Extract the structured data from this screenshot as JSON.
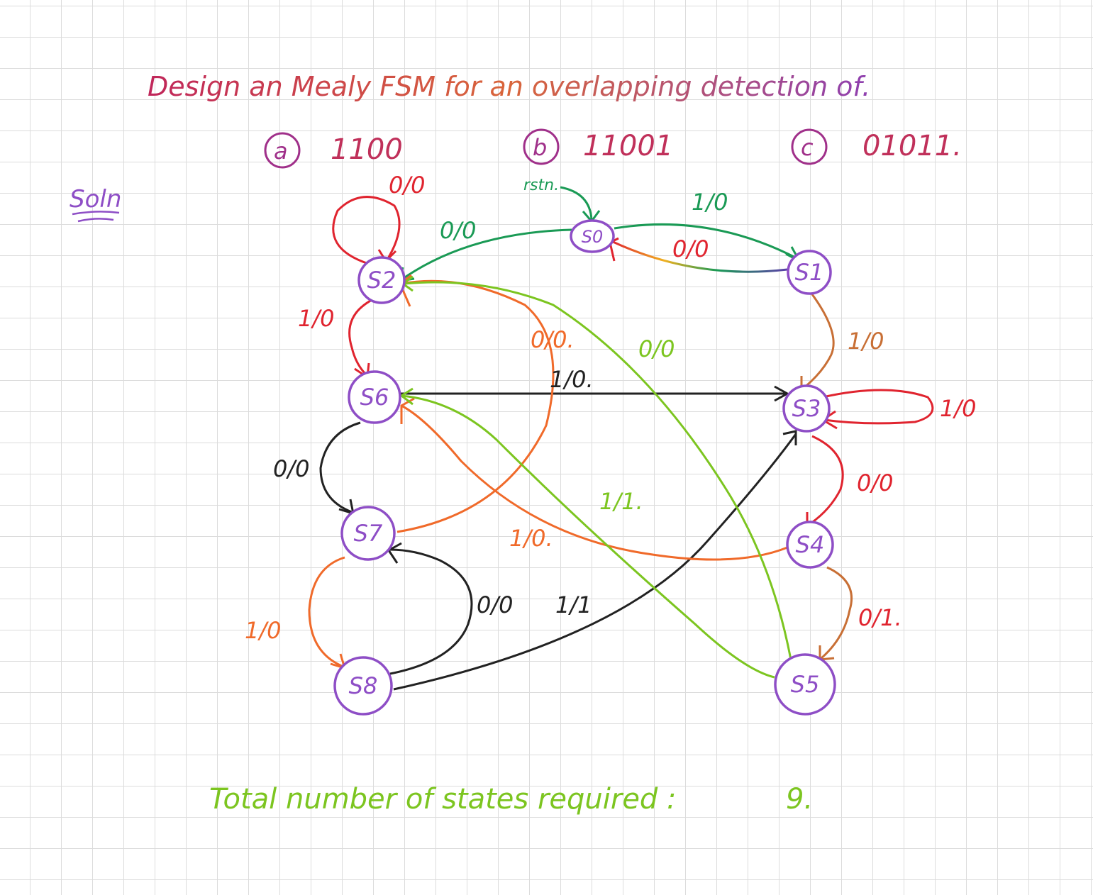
{
  "title": "Design an Mealy FSM for an overlapping detection of.",
  "options": [
    {
      "marker": "a",
      "sequence": "1100"
    },
    {
      "marker": "b",
      "sequence": "11001"
    },
    {
      "marker": "c",
      "sequence": "01011."
    }
  ],
  "soln_label": "Soln",
  "reset_label": "rstn.",
  "states": [
    "S0",
    "S1",
    "S2",
    "S3",
    "S4",
    "S5",
    "S6",
    "S7",
    "S8"
  ],
  "transitions": [
    {
      "from": "S0",
      "to": "S1",
      "label": "1/0",
      "color": "#1a9a55"
    },
    {
      "from": "S0",
      "to": "S2",
      "label": "0/0",
      "color": "#1a9a55"
    },
    {
      "from": "S1",
      "to": "S0",
      "label": "0/0",
      "color": "#5b3fa8"
    },
    {
      "from": "S1",
      "to": "S3",
      "label": "1/0",
      "color": "#c86f35"
    },
    {
      "from": "S2",
      "to": "S2",
      "label": "0/0",
      "color": "#e0242f"
    },
    {
      "from": "S2",
      "to": "S6",
      "label": "1/0",
      "color": "#e0242f"
    },
    {
      "from": "S3",
      "to": "S3",
      "label": "1/0",
      "color": "#e0242f"
    },
    {
      "from": "S3",
      "to": "S4",
      "label": "0/0",
      "color": "#e0242f"
    },
    {
      "from": "S4",
      "to": "S5",
      "label": "0/1.",
      "color": "#c86f35"
    },
    {
      "from": "S4",
      "to": "S6",
      "label": "1/0.",
      "color": "#f06a2a"
    },
    {
      "from": "S5",
      "to": "S2",
      "label": "0/0",
      "color": "#7cc520"
    },
    {
      "from": "S5",
      "to": "S6",
      "label": "1/1.",
      "color": "#7cc520"
    },
    {
      "from": "S6",
      "to": "S3",
      "label": "1/0.",
      "color": "#222222"
    },
    {
      "from": "S6",
      "to": "S7",
      "label": "0/0",
      "color": "#222222"
    },
    {
      "from": "S7",
      "to": "S2",
      "label": "0/0.",
      "color": "#f06a2a"
    },
    {
      "from": "S7",
      "to": "S8",
      "label": "1/0",
      "color": "#f06a2a"
    },
    {
      "from": "S8",
      "to": "S7",
      "label": "0/0",
      "color": "#222222"
    },
    {
      "from": "S8",
      "to": "S3",
      "label": "1/1",
      "color": "#222222"
    }
  ],
  "footer": {
    "text": "Total number of states required :",
    "value": "9."
  },
  "colors": {
    "state": "#8e4ec6",
    "title": "#c0305a",
    "green": "#1a9a55",
    "red": "#e0242f",
    "orange": "#f06a2a",
    "lime": "#7cc520",
    "black": "#222222",
    "brown": "#c86f35"
  }
}
